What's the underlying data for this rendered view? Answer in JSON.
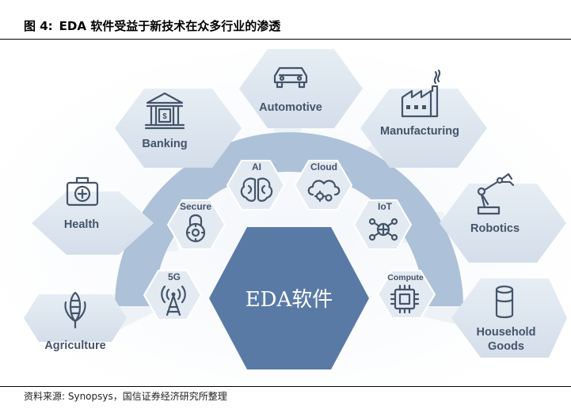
{
  "figure": {
    "number": "图 4:",
    "title": "EDA 软件受益于新技术在众多行业的渗透",
    "source": "资料来源: Synopsys，国信证券经济研究所整理"
  },
  "center": {
    "label": "EDA软件"
  },
  "technologies": [
    {
      "key": "5g",
      "label": "5G",
      "icon": "cell-tower-icon"
    },
    {
      "key": "secure",
      "label": "Secure",
      "icon": "padlock-icon"
    },
    {
      "key": "ai",
      "label": "AI",
      "icon": "brain-icon"
    },
    {
      "key": "cloud",
      "label": "Cloud",
      "icon": "cloud-gears-icon"
    },
    {
      "key": "iot",
      "label": "IoT",
      "icon": "network-nodes-icon"
    },
    {
      "key": "compute",
      "label": "Compute",
      "icon": "chip-icon"
    }
  ],
  "industries": [
    {
      "key": "agriculture",
      "label": "Agriculture",
      "icon": "corn-icon"
    },
    {
      "key": "health",
      "label": "Health",
      "icon": "medical-kit-icon"
    },
    {
      "key": "banking",
      "label": "Banking",
      "icon": "bank-icon"
    },
    {
      "key": "automotive",
      "label": "Automotive",
      "icon": "car-icon"
    },
    {
      "key": "manufacturing",
      "label": "Manufacturing",
      "icon": "factory-icon"
    },
    {
      "key": "robotics",
      "label": "Robotics",
      "icon": "robot-arm-icon"
    },
    {
      "key": "household",
      "label_line1": "Household",
      "label_line2": "Goods",
      "icon": "smart-speaker-icon"
    }
  ],
  "colors": {
    "center_hex": "#5a7aa6",
    "arc": "#adc2d8",
    "hex_light": "#dde6ef",
    "hex_small": "#e3eaf2",
    "icon_label": "#44546a"
  }
}
